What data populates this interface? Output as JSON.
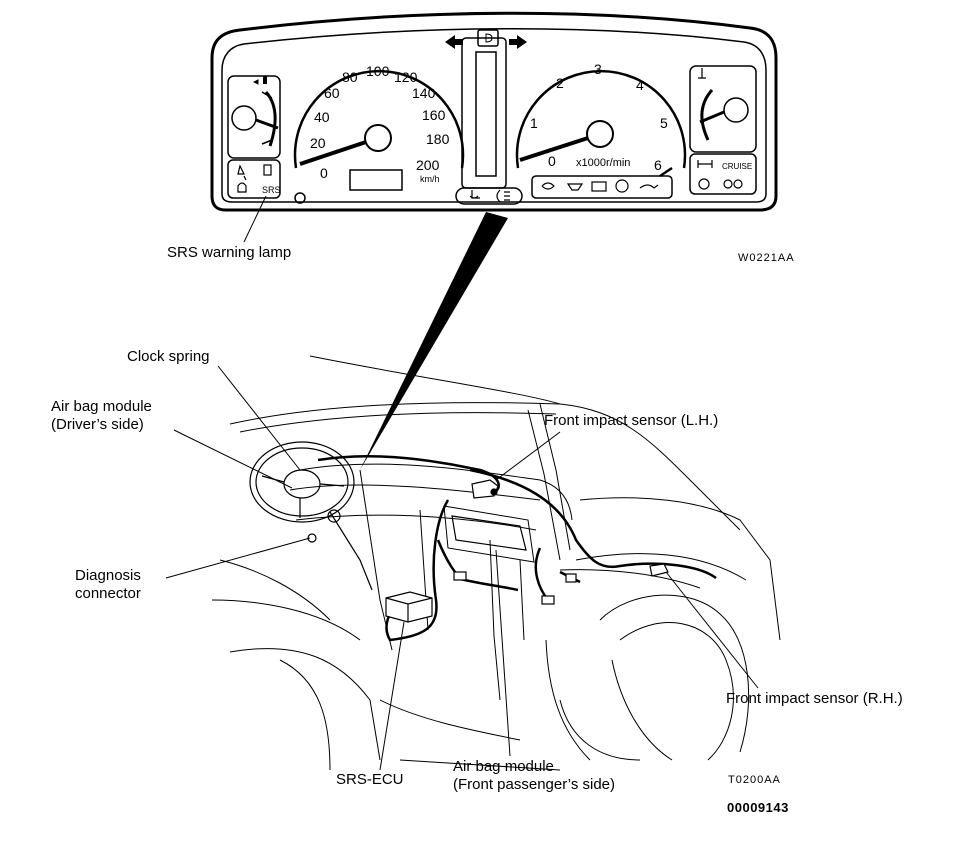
{
  "cluster": {
    "speedometer": {
      "ticks": [
        "0",
        "20",
        "40",
        "60",
        "80",
        "100",
        "120",
        "140",
        "160",
        "180",
        "200"
      ],
      "unit": "km/h"
    },
    "tachometer": {
      "ticks": [
        "0",
        "1",
        "2",
        "3",
        "4",
        "5",
        "6"
      ],
      "unit": "x1000r/min"
    },
    "right_panel": {
      "cruise_label": "CRUISE"
    },
    "left_panel": {
      "srs_label": "SRS"
    }
  },
  "labels": {
    "srs_warning_lamp": "SRS warning lamp",
    "clock_spring": "Clock spring",
    "airbag_driver_line1": "Air bag module",
    "airbag_driver_line2": "(Driver’s side)",
    "front_impact_lh": "Front impact sensor (L.H.)",
    "diagnosis_line1": "Diagnosis",
    "diagnosis_line2": "connector",
    "front_impact_rh": "Front impact sensor (R.H.)",
    "srs_ecu": "SRS-ECU",
    "airbag_pass_line1": "Air bag module",
    "airbag_pass_line2": "(Front passenger’s side)"
  },
  "codes": {
    "cluster_code": "W0221AA",
    "car_code": "T0200AA",
    "doc_number": "00009143"
  }
}
